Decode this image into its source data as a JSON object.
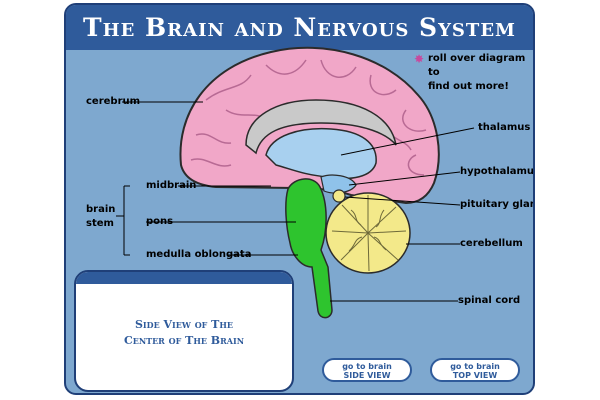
{
  "title": "The Brain and Nervous System",
  "hint": {
    "line1": "roll over diagram to",
    "line2": "find out more!",
    "icon": "star-icon"
  },
  "labels": {
    "cerebrum": "cerebrum",
    "midbrain": "midbrain",
    "brain_stem_1": "brain",
    "brain_stem_2": "stem",
    "pons": "pons",
    "medulla": "medulla oblongata",
    "thalamus": "thalamus",
    "hypothalamus": "hypothalamus",
    "pituitary": "pituitary gland",
    "cerebellum": "cerebellum",
    "spinal_cord": "spinal cord"
  },
  "info": {
    "line1": "Side View of The",
    "line2": "Center of The Brain"
  },
  "buttons": {
    "side": {
      "line1": "go to brain",
      "line2": "SIDE VIEW"
    },
    "top": {
      "line1": "go to brain",
      "line2": "TOP VIEW"
    }
  },
  "colors": {
    "panel": "#7ea8cf",
    "title_bar": "#2f5b9b",
    "cerebrum": "#f1a7c8",
    "brainstem": "#2ec42e",
    "cerebellum": "#f3e98a",
    "ventricle": "#a8d0ef",
    "hint_star": "#c74a9e"
  }
}
